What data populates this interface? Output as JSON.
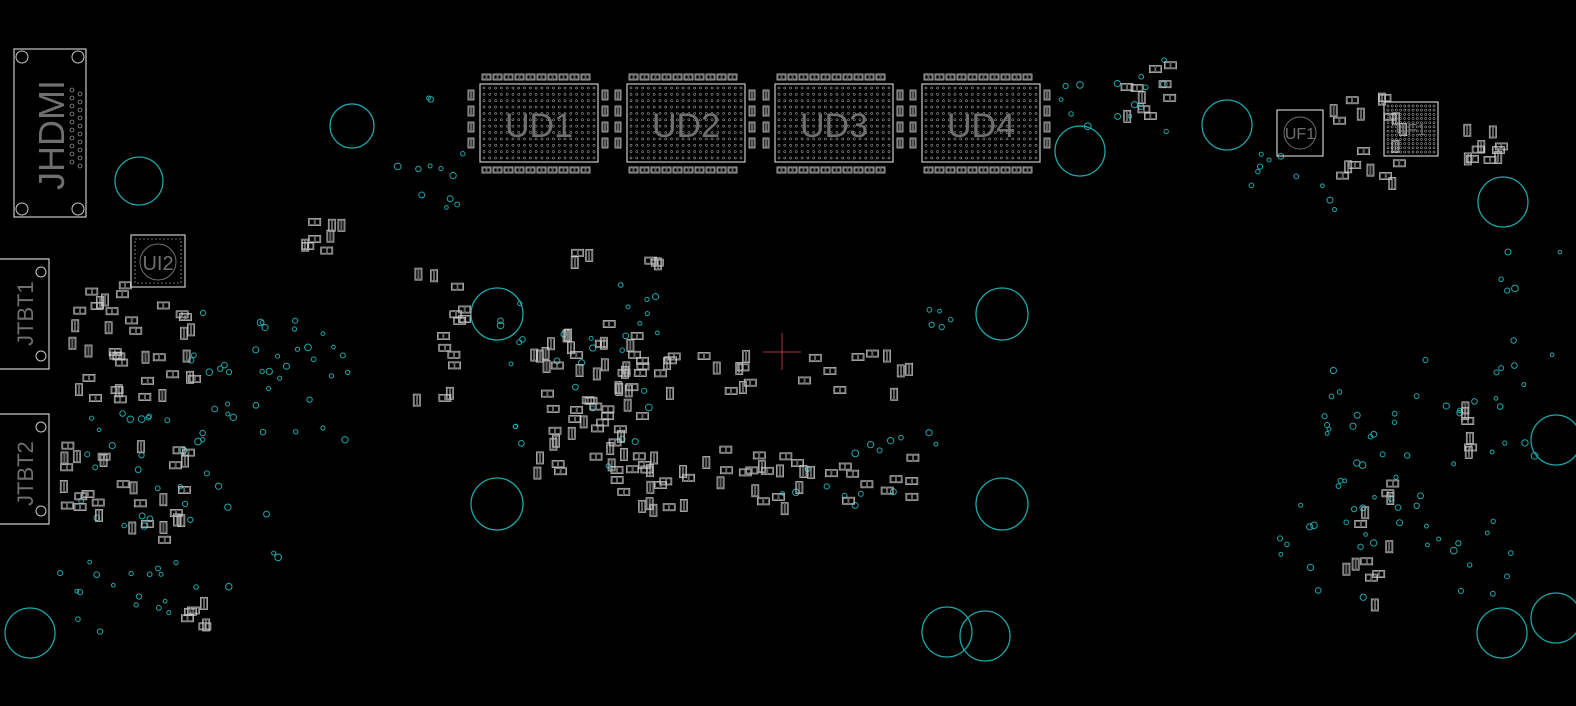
{
  "view": {
    "background": "#000000",
    "silkscreen_color": "#c8c8c8",
    "label_color": "#6f6f6f",
    "via_color": "#1fa6a8",
    "cursor_color": "#b03040"
  },
  "components": {
    "hdmi": "JHDMI",
    "jtbt1": "JTBT1",
    "jtbt2": "JTBT2",
    "ui2": "UI2",
    "ud1": "UD1",
    "ud2": "UD2",
    "ud3": "UD3",
    "ud4": "UD4",
    "uf1_a": "UF1",
    "uf1_b": "UF1"
  }
}
